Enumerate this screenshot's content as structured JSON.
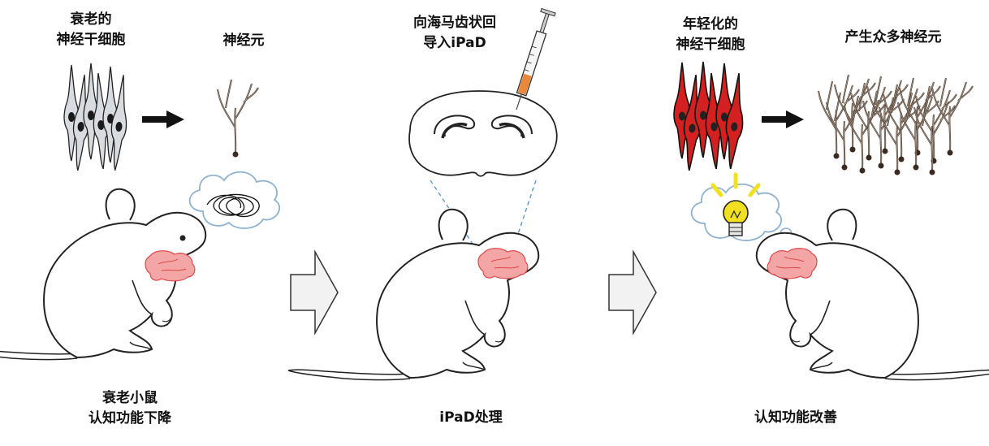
{
  "panel_left": {
    "aged_stem_cell_label": [
      "衰老的",
      "神经干细胞"
    ],
    "neuron_label": "神经元",
    "mouse_caption": [
      "衰老小鼠",
      "认知功能下降"
    ]
  },
  "panel_middle": {
    "injection_label": [
      "向海马齿状回",
      "导入iPaD"
    ],
    "mouse_caption": "iPaD处理"
  },
  "panel_right": {
    "rejuvenated_stem_cell_label": [
      "年轻化的",
      "神经干细胞"
    ],
    "many_neurons_label": "产生众多神经元",
    "mouse_caption": "认知功能改善"
  },
  "colors": {
    "brain_pink": "#f4a6a6",
    "stem_cell_red": "#d42020",
    "neuron_brown": "#4a3a30",
    "bulb_yellow": "#f0e020",
    "syringe_orange": "#e8883a"
  },
  "icons": [
    "tangled-thought-icon",
    "light-bulb-icon",
    "syringe-icon",
    "process-arrow-icon"
  ]
}
